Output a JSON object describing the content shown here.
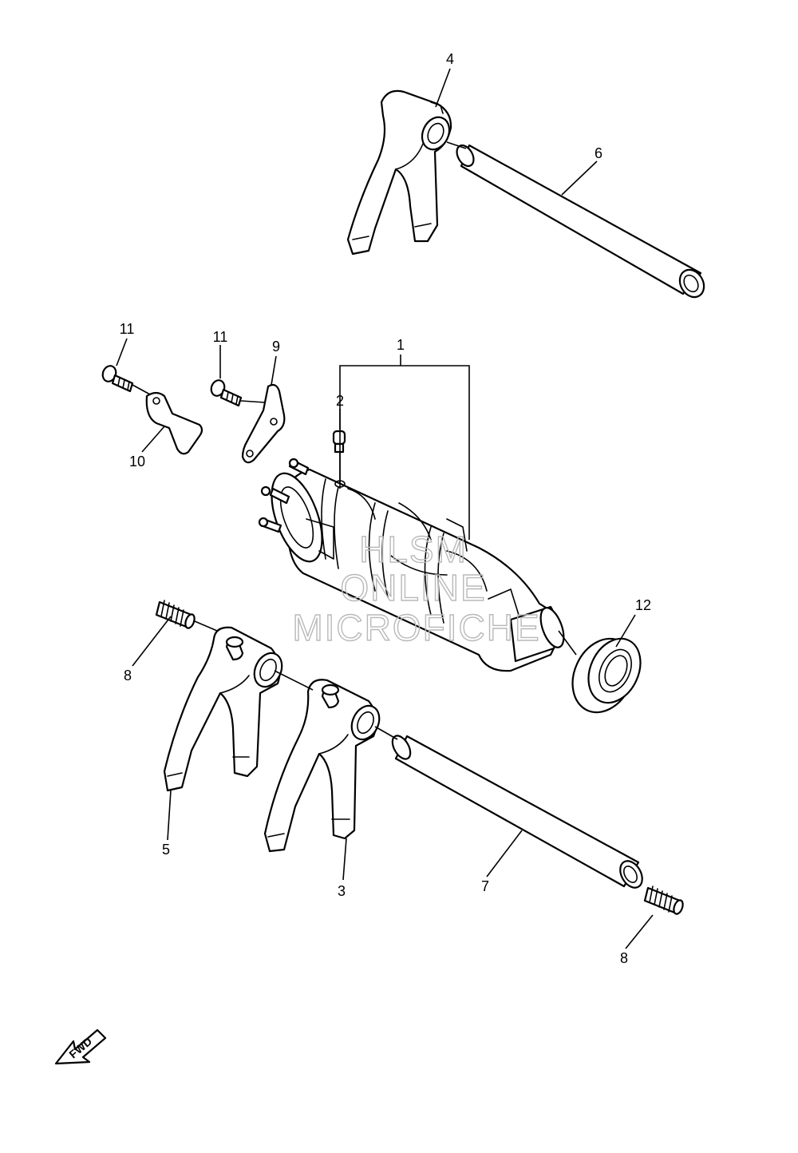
{
  "callouts": {
    "c1": "1",
    "c2": "2",
    "c3": "3",
    "c4": "4",
    "c5": "5",
    "c6": "6",
    "c7": "7",
    "c8a": "8",
    "c8b": "8",
    "c9": "9",
    "c10": "10",
    "c11a": "11",
    "c11b": "11",
    "c12": "12"
  },
  "watermark": {
    "line1": "HLSM",
    "line2": "ONLINE",
    "line3": "MICROFICHE"
  },
  "fwd_label": "FWD",
  "colors": {
    "line": "#000000",
    "watermark": "#b9b9b9",
    "background": "#ffffff"
  }
}
